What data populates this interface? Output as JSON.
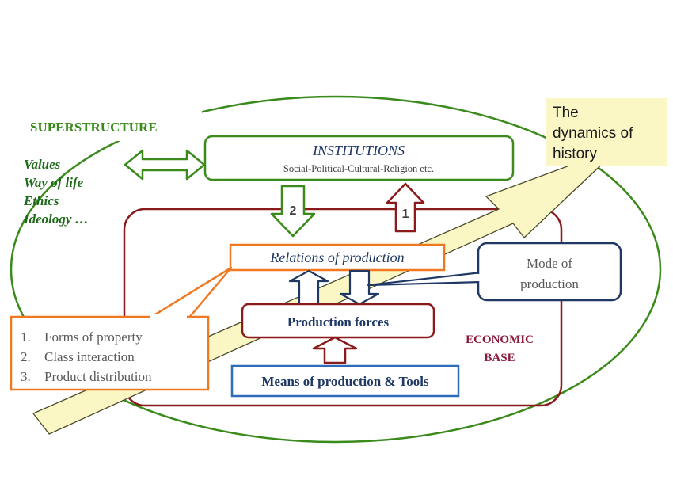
{
  "superstructure_label": "SUPERSTRUCTURE",
  "values_list": [
    "Values",
    "Way of life",
    "Ethics",
    "Ideology …"
  ],
  "institutions": {
    "title": "INSTITUTIONS",
    "subtitle": "Social-Political-Cultural-Religion etc."
  },
  "arrow_down_label": "2",
  "arrow_up_label": "1",
  "relations_label": "Relations of production",
  "mode_label": [
    "Mode of",
    "production"
  ],
  "forces_label": "Production forces",
  "means_label": "Means of production & Tools",
  "economic_base_label": [
    "ECONOMIC",
    "BASE"
  ],
  "relations_list": [
    {
      "num": "1.",
      "text": "Forms of property"
    },
    {
      "num": "2.",
      "text": "Class interaction"
    },
    {
      "num": "3.",
      "text": "Product distribution"
    }
  ],
  "dynamics_label": [
    "The",
    "dynamics of",
    "history"
  ],
  "colors": {
    "green": "#3a8a1c",
    "dark_green": "#1f6b1a",
    "dark_red": "#8b1a1a",
    "navy": "#1f3864",
    "blue": "#2e6bb8",
    "orange": "#f07820",
    "light_yellow": "#fbf7c4",
    "text_grey": "#404040"
  }
}
